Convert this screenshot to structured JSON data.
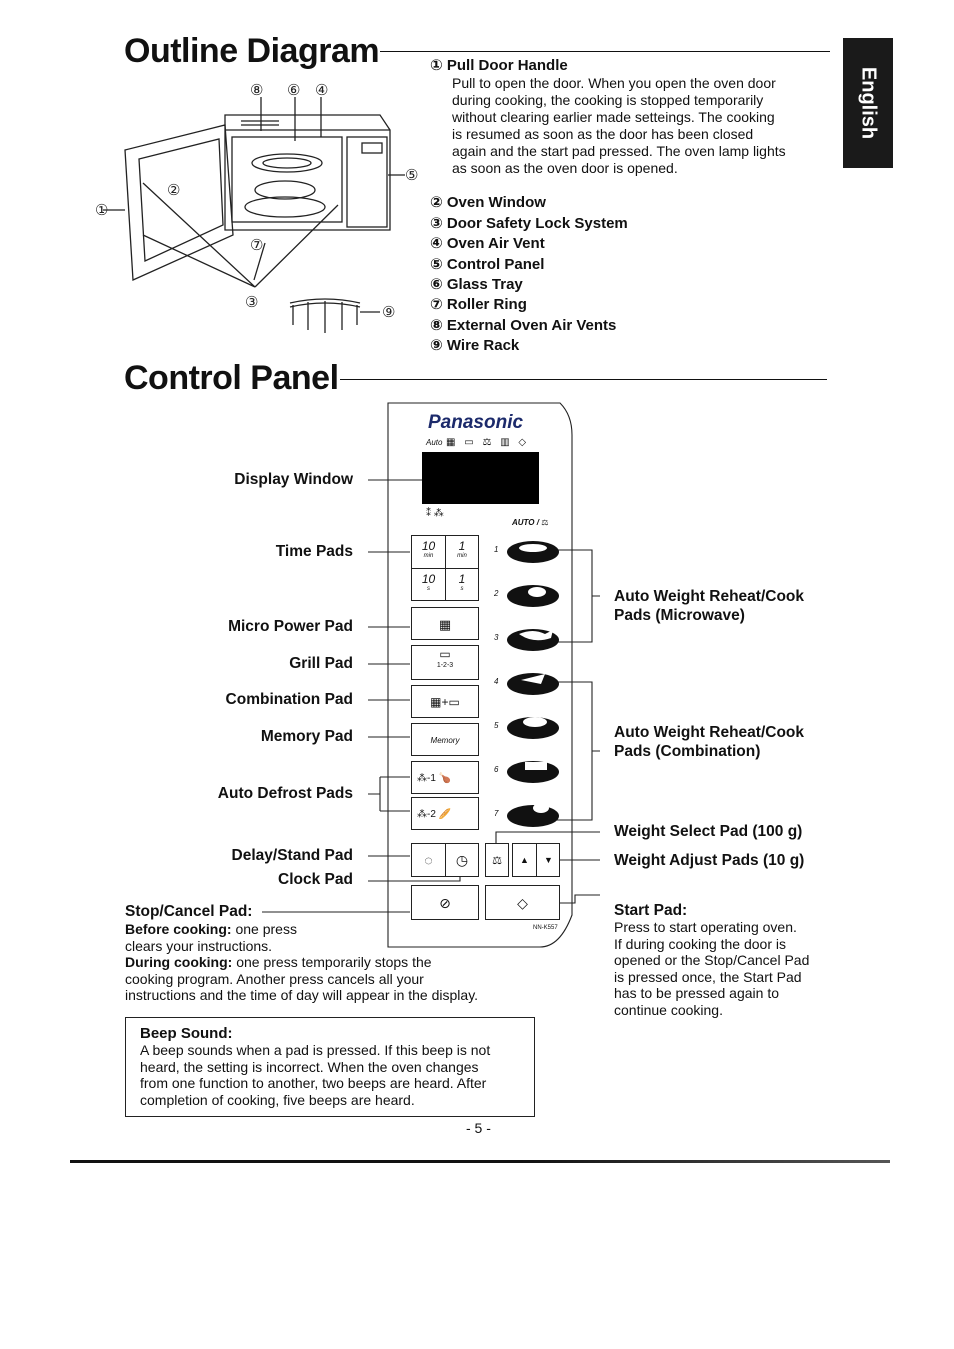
{
  "language_tab": "English",
  "outline": {
    "title": "Outline Diagram",
    "callouts": [
      "①",
      "②",
      "③",
      "④",
      "⑤",
      "⑥",
      "⑦",
      "⑧",
      "⑨"
    ],
    "parts": [
      {
        "num": "①",
        "name": "Pull Door Handle"
      },
      {
        "num": "②",
        "name": "Oven Window"
      },
      {
        "num": "③",
        "name": "Door Safety Lock System"
      },
      {
        "num": "④",
        "name": "Oven Air Vent"
      },
      {
        "num": "⑤",
        "name": "Control Panel"
      },
      {
        "num": "⑥",
        "name": "Glass Tray"
      },
      {
        "num": "⑦",
        "name": "Roller Ring"
      },
      {
        "num": "⑧",
        "name": "External Oven Air Vents"
      },
      {
        "num": "⑨",
        "name": "Wire Rack"
      }
    ],
    "door_handle_desc": "Pull to open the door. When you open the oven door during cooking, the cooking is stopped temporarily without clearing earlier made setteings. The cooking is resumed as soon as the door has been closed again and the start pad pressed. The oven lamp lights as soon as the oven door is opened."
  },
  "control": {
    "title": "Control Panel",
    "brand": "Panasonic",
    "auto_label": "Auto",
    "auto_weight_label": "AUTO / ",
    "model": "NN-K557",
    "time_pads": [
      {
        "value": "10",
        "unit": "min"
      },
      {
        "value": "1",
        "unit": "min"
      },
      {
        "value": "10",
        "unit": "s"
      },
      {
        "value": "1",
        "unit": "s"
      }
    ],
    "grill_levels": "1-2-3",
    "memory_label": "Memory",
    "defrost_1": "-1",
    "defrost_2": "-2",
    "auto_numbers": [
      "1",
      "2",
      "3",
      "4",
      "5",
      "6",
      "7"
    ],
    "left_labels": {
      "display_window": "Display Window",
      "time_pads": "Time Pads",
      "micro_power": "Micro Power Pad",
      "grill": "Grill Pad",
      "combination": "Combination Pad",
      "memory": "Memory Pad",
      "auto_defrost": "Auto Defrost Pads",
      "delay_stand": "Delay/Stand Pad",
      "clock": "Clock Pad"
    },
    "right_labels": {
      "auto_micro": "Auto Weight Reheat/Cook Pads (Microwave)",
      "auto_combi": "Auto Weight Reheat/Cook Pads (Combination)",
      "weight_select": "Weight Select Pad (100 g)",
      "weight_adjust": "Weight Adjust Pads (10 g)"
    },
    "stop": {
      "title": "Stop/Cancel Pad:",
      "before_label": "Before cooking:",
      "before_text": "one press",
      "before_text2": "clears your instructions.",
      "during_label": "During cooking:",
      "during_text": "one press temporarily stops the",
      "during_text2": "cooking program. Another press cancels all your",
      "during_text3": "instructions and the time of day will appear in the display."
    },
    "start": {
      "title": "Start Pad:",
      "lines": [
        "Press to start operating oven.",
        "If during cooking the door is",
        "opened or the Stop/Cancel Pad",
        "is pressed once, the Start Pad",
        "has to be pressed again to",
        "continue cooking."
      ]
    }
  },
  "beep": {
    "title": "Beep Sound:",
    "lines": [
      "A beep sounds when a pad is pressed. If this beep is not",
      "heard, the setting is incorrect. When the oven changes",
      "from one function to another, two beeps are heard. After",
      "completion of cooking, five beeps are heard."
    ]
  },
  "page_number": "- 5 -"
}
